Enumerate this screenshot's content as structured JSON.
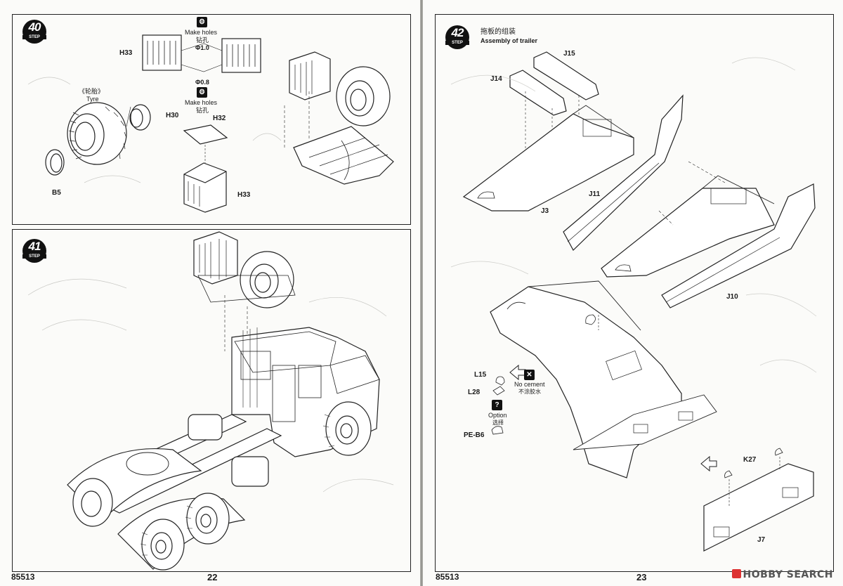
{
  "left_page": {
    "page_number": "22",
    "product_code": "85513",
    "step40": {
      "number": "40",
      "step_word": "STEP",
      "make_holes_1": "Make holes",
      "drill_cn_1": "钻孔",
      "dia_1": "Φ1.0",
      "dia_2": "Φ0.8",
      "make_holes_2": "Make holes",
      "drill_cn_2": "钻孔",
      "tyre_cn": "《轮胎》",
      "tyre_en": "Tyre",
      "parts": {
        "h33a": "H33",
        "h30": "H30",
        "b5": "B5",
        "h32": "H32",
        "h33b": "H33"
      }
    },
    "step41": {
      "number": "41",
      "step_word": "STEP"
    }
  },
  "right_page": {
    "page_number": "23",
    "product_code": "85513",
    "step42": {
      "number": "42",
      "step_word": "STEP",
      "title_cn": "拖板的组装",
      "title_en": "Assembly of trailer",
      "parts": {
        "j15": "J15",
        "j14": "J14",
        "j3": "J3",
        "j11": "J11",
        "j10": "J10",
        "l15": "L15",
        "l28": "L28",
        "pe_b6": "PE-B6",
        "k27": "K27",
        "j7": "J7"
      },
      "no_cement_en": "No cement",
      "no_cement_cn": "不涂胶水",
      "option_en": "Option",
      "option_cn": "选择"
    }
  },
  "watermark": "HOBBY SEARCH",
  "icons": [
    "drill-icon",
    "no-cement-icon",
    "option-icon",
    "direction-arrow-icon"
  ]
}
